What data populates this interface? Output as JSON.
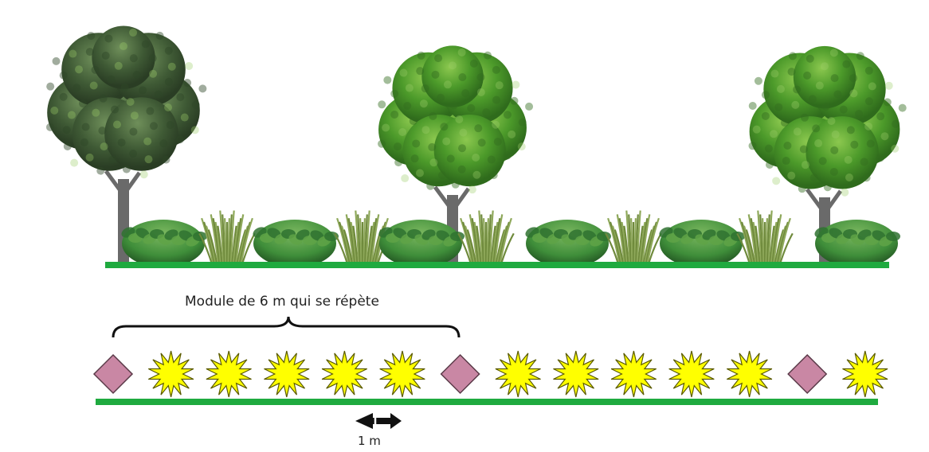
{
  "diagram": {
    "module_label": "Module de 6 m qui se répète",
    "scale_label": "1 m",
    "colors": {
      "ground_line": "#1faa3f",
      "tree_dark": "#3f5a35",
      "tree_light": "#4c9a2a",
      "trunk": "#6a6a6a",
      "shrub": "#3f8e3a",
      "grass": "#8ea85a",
      "diamond_fill": "#c987a4",
      "diamond_stroke": "#5a3a48",
      "star_fill": "#ffff00",
      "star_stroke": "#5a5a00"
    },
    "plan_sequence": [
      "diamond",
      "star",
      "star",
      "star",
      "star",
      "star",
      "diamond",
      "star",
      "star",
      "star",
      "star",
      "star",
      "diamond",
      "star"
    ],
    "elevation_sequence": [
      "tree",
      "grass",
      "shrub",
      "grass",
      "shrub",
      "grass",
      "shrub",
      "grass",
      "shrub",
      "grass",
      "shrub",
      "grass",
      "shrub",
      "grass"
    ],
    "icons": {
      "tree": "tree-icon",
      "shrub": "shrub-icon",
      "grass": "ornamental-grass-icon",
      "diamond": "diamond-symbol-icon",
      "star": "star-symbol-icon",
      "arrow": "double-arrow-icon",
      "brace": "curly-brace-icon"
    }
  }
}
